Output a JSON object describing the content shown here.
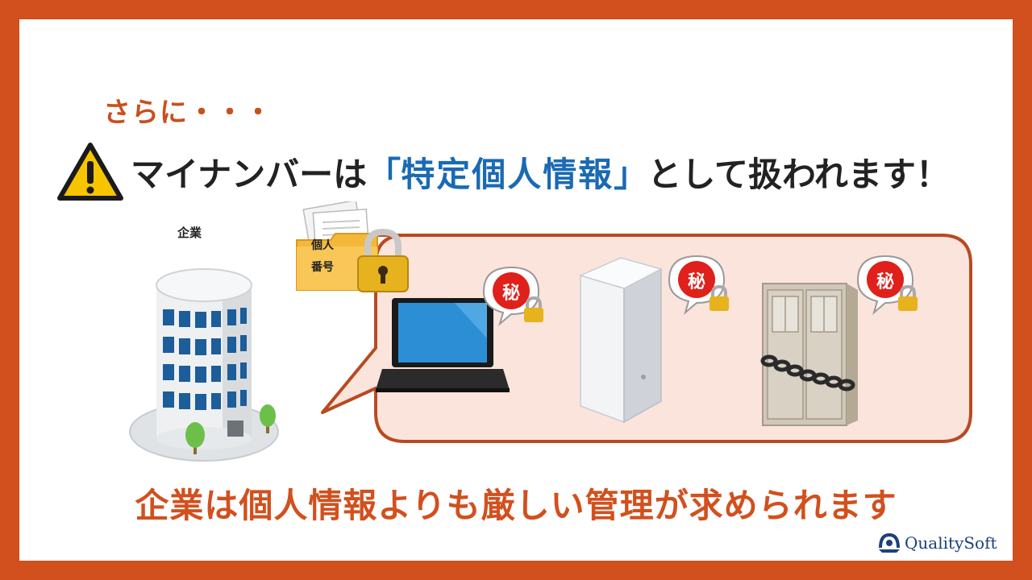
{
  "intro": "さらに・・・",
  "headline": {
    "before": "マイナンバーは",
    "open_bracket": "「",
    "emphasis": "特定個人情報",
    "close_bracket": "」",
    "after": "として扱われます！"
  },
  "company_label": "企業",
  "folder_label_line1": "個人",
  "folder_label_line2": "番号",
  "secret_mark": "秘",
  "conclusion": "企業は個人情報よりも厳しい管理が求められます",
  "logo_text": "QualitySoft",
  "colors": {
    "frame": "#d2501e",
    "accent_blue": "#1a6ab4",
    "bubble_fill": "#fbe4dc",
    "secret_red": "#e0201a"
  },
  "icons": [
    "warning-icon",
    "building-icon",
    "folder-icon",
    "padlock-icon",
    "laptop-icon",
    "server-icon",
    "cabinet-icon",
    "secret-icon",
    "logo-icon"
  ]
}
